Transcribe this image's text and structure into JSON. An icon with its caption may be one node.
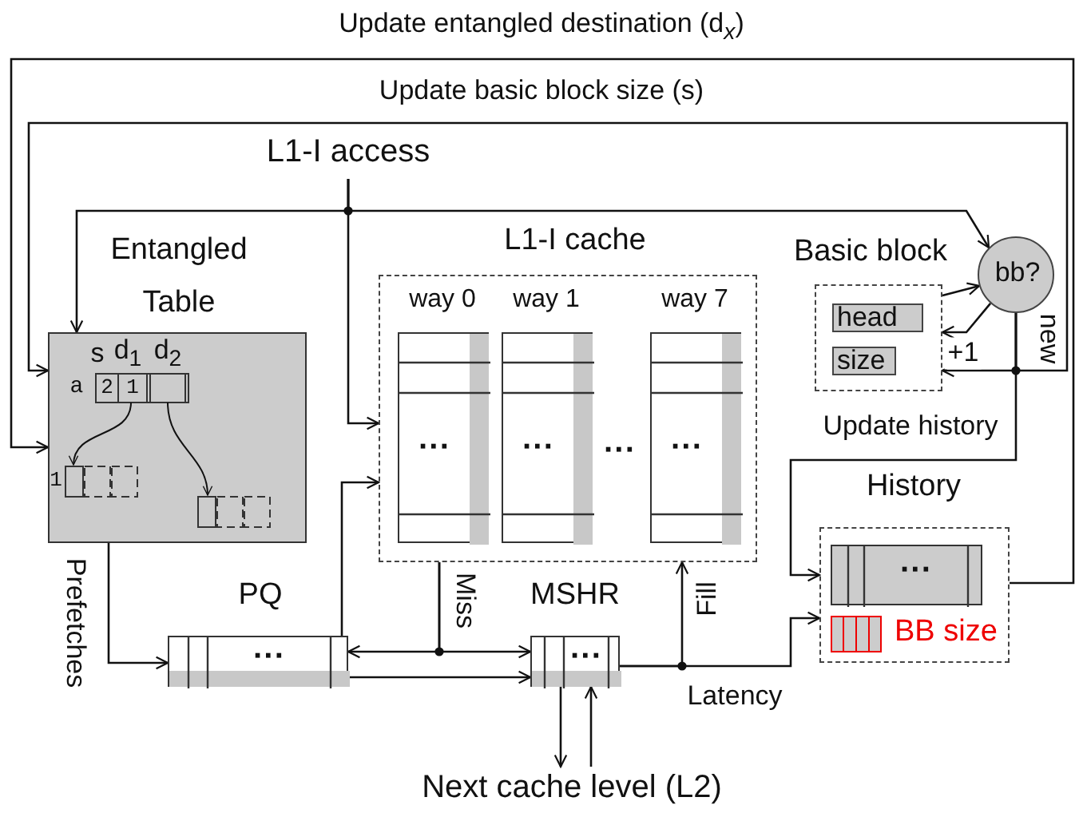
{
  "diagram": {
    "nodes": [
      {
        "text": [
          "Entangled Table"
        ]
      },
      {
        "text": [
          "L1-I cache"
        ]
      },
      {
        "text": [
          "way 0",
          "···"
        ],
        "in": 1
      },
      {
        "text": [
          "way 1",
          "···"
        ],
        "in": 1
      },
      {
        "text": [
          "way 7",
          "···"
        ],
        "in": 1
      },
      {
        "text": [
          "Basic block"
        ]
      },
      {
        "text": [
          "head"
        ],
        "in": 5
      },
      {
        "text": [
          "size"
        ],
        "in": 5
      },
      {
        "text": [
          "bb?"
        ]
      },
      {
        "text": [
          "History"
        ]
      },
      {
        "text": [
          "···"
        ],
        "in": 9
      },
      {
        "text": [
          "BB size"
        ],
        "in": 9
      },
      {
        "text": [
          "PQ",
          "···"
        ]
      },
      {
        "text": [
          "MSHR",
          "···"
        ]
      },
      {
        "text": [
          "Next cache level (L2)"
        ]
      },
      {
        "text": [
          "L1-I access"
        ]
      }
    ],
    "edges": [
      {
        "from": 9,
        "to": 0,
        "arrow": "to",
        "label": "Update entangled destination (d$_{x}$)"
      },
      {
        "from": 8,
        "to": 0,
        "arrow": "to",
        "label": "Update basic block size (s)"
      },
      {
        "from": 15,
        "to": 0,
        "arrow": "to"
      },
      {
        "from": 15,
        "to": 1,
        "arrow": "to"
      },
      {
        "from": 15,
        "to": 8,
        "arrow": "to"
      },
      {
        "from": 0,
        "to": 12,
        "arrow": "to",
        "label": "Prefetches"
      },
      {
        "from": 12,
        "to": 1,
        "arrow": "to"
      },
      {
        "from": 12,
        "to": 13,
        "arrow": "to"
      },
      {
        "from": 1,
        "to": 12,
        "arrow": "to"
      },
      {
        "from": 1,
        "to": 13,
        "arrow": "to",
        "label": "Miss"
      },
      {
        "from": 13,
        "to": 14,
        "arrow": "to"
      },
      {
        "from": 14,
        "to": 13,
        "arrow": "to"
      },
      {
        "from": 13,
        "to": 1,
        "arrow": "to",
        "label": "Fill"
      },
      {
        "from": 13,
        "to": 9,
        "arrow": "to",
        "label": "Latency"
      },
      {
        "from": 8,
        "to": 9,
        "arrow": "to",
        "label": "Update history"
      },
      {
        "from": 5,
        "to": 8,
        "arrow": "to"
      },
      {
        "from": 8,
        "to": 5,
        "arrow": "to",
        "label": "+1"
      },
      {
        "from": 8,
        "to": 5,
        "arrow": "to"
      }
    ],
    "labels": [
      "s",
      "d$_{1}$",
      "d$_{2}$",
      "a",
      "2",
      "1",
      "1",
      "···",
      "new"
    ]
  }
}
